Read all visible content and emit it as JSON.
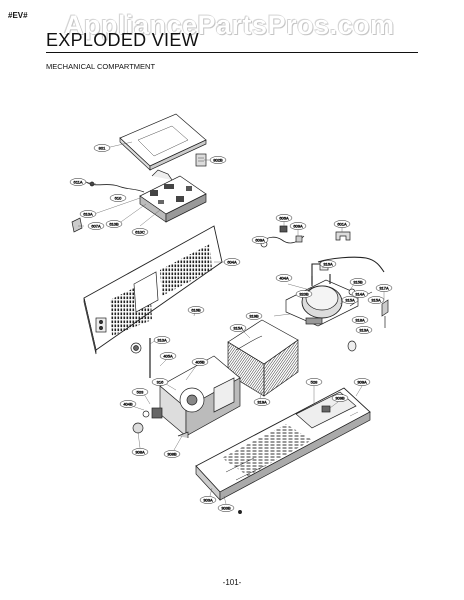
{
  "header": {
    "tag": "#EV#",
    "watermark": "AppliancePartsPros.com",
    "title": "EXPLODED VIEW",
    "subtitle": "MECHANICAL COMPARTMENT"
  },
  "footer": {
    "page_number": "-101-"
  },
  "part_labels": {
    "p1": "801",
    "p2": "802B",
    "p3": "611A",
    "p4": "610",
    "p5": "610A",
    "p6": "610B",
    "p7": "610C",
    "p8": "607A",
    "p9": "606A",
    "p10": "609A",
    "p11": "604A",
    "p12": "601A",
    "p13": "609A",
    "p14": "616B",
    "p15": "316A",
    "p16": "404A",
    "p17": "320B",
    "p18": "315B",
    "p19": "314A",
    "p20": "315A",
    "p21": "317A",
    "p22": "315A",
    "p23": "313A",
    "p24": "318A",
    "p25": "319B",
    "p26": "315A",
    "p27": "310A",
    "p28": "405A",
    "p29": "405B",
    "p30": "316",
    "p31": "503",
    "p32": "404B",
    "p33": "308A",
    "p34": "308B",
    "p35": "319A",
    "p36": "309A",
    "p37": "528",
    "p38": "309B",
    "p39": "303A",
    "p40": "303B"
  }
}
